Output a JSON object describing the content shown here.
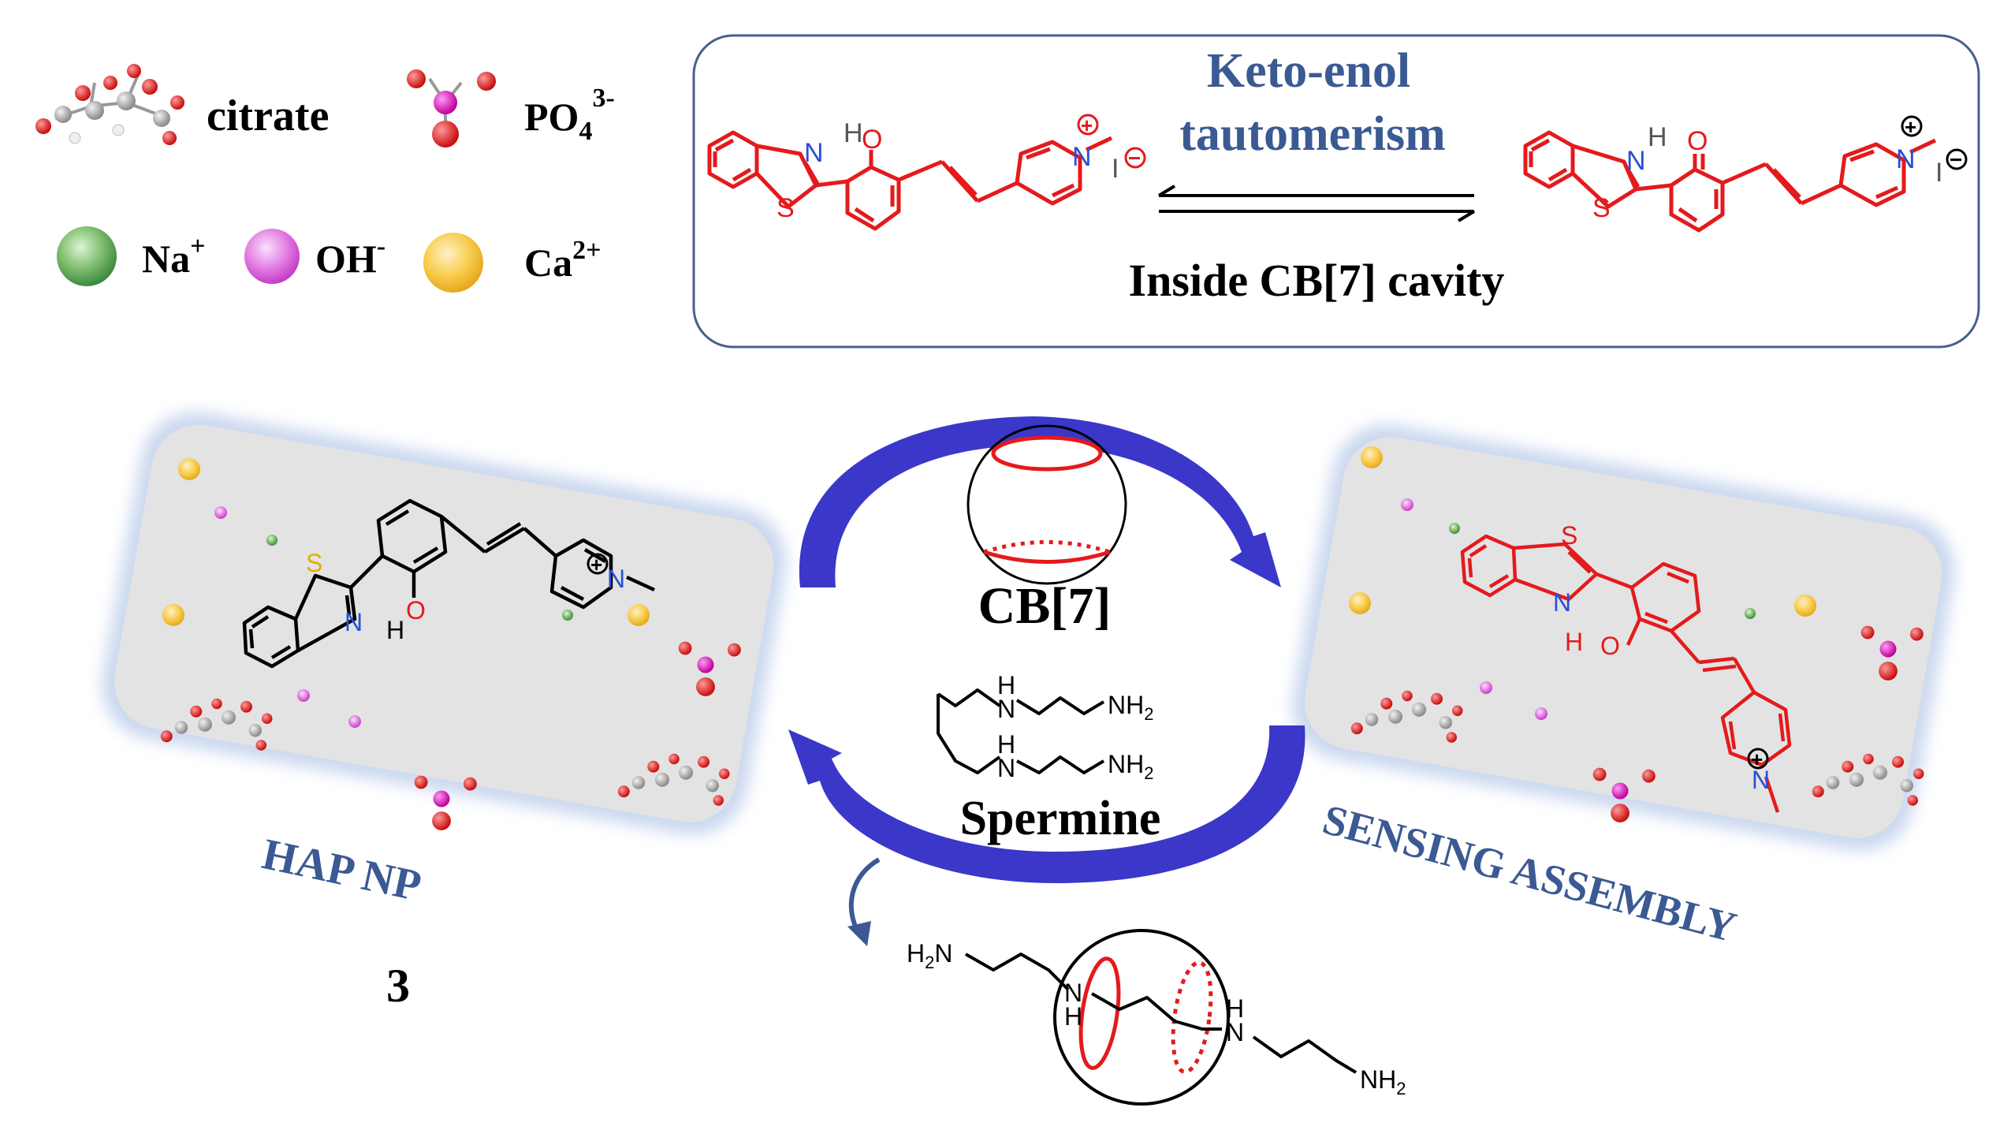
{
  "legend": {
    "citrate": "citrate",
    "phosphate": "PO",
    "phosphate_sub": "4",
    "phosphate_sup": "3-",
    "sodium": "Na",
    "sodium_sup": "+",
    "hydroxide": "OH",
    "hydroxide_sup": "-",
    "calcium": "Ca",
    "calcium_sup": "2+"
  },
  "tautomer_box": {
    "title_line1": "Keto-enol",
    "title_line2": "tautomerism",
    "caption": "Inside CB[7] cavity"
  },
  "cycle": {
    "host_label": "CB[7]",
    "guest_label": "Spermine"
  },
  "panels": {
    "left_label": "HAP NP",
    "right_label": "SENSING ASSEMBLY"
  },
  "compound_number": "3",
  "atoms": {
    "N": "N",
    "S": "S",
    "O": "O",
    "H": "H",
    "I": "I",
    "NH": "H",
    "NH2": "NH",
    "NH2_sub": "2",
    "H2N": "H",
    "H2N_sub": "2",
    "H2N_N": "N",
    "plus": "+",
    "minus": "−"
  },
  "colors": {
    "arrow_blue": "#3a37c9",
    "title_blue": "#3b5a94",
    "molecule_red": "#e41a1c",
    "nitrogen_blue": "#2a4fd6",
    "sodium_green": "#5fa85f",
    "hydroxide_pink": "#e066e0",
    "calcium_yellow": "#f5c233",
    "panel_gray": "#e3e3e3"
  }
}
